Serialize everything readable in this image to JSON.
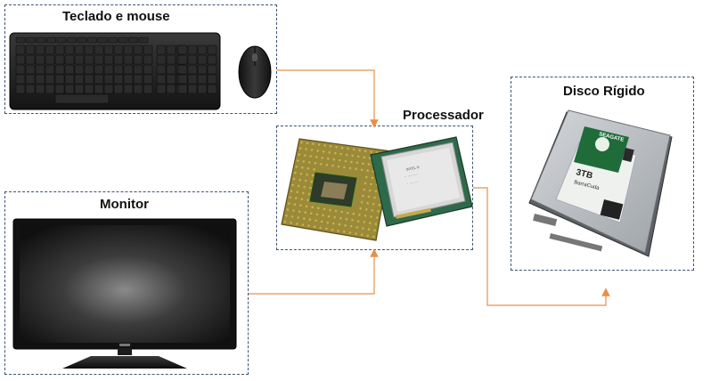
{
  "labels": {
    "keyboard_mouse": "Teclado e mouse",
    "processor": "Processador",
    "hard_disk": "Disco Rígido",
    "monitor": "Monitor"
  },
  "disk_text": {
    "brand": "SEAGATE",
    "capacity": "3TB",
    "model": "BarraCuda"
  },
  "colors": {
    "connector": "#e8904a",
    "box_border": "#3d5573"
  }
}
